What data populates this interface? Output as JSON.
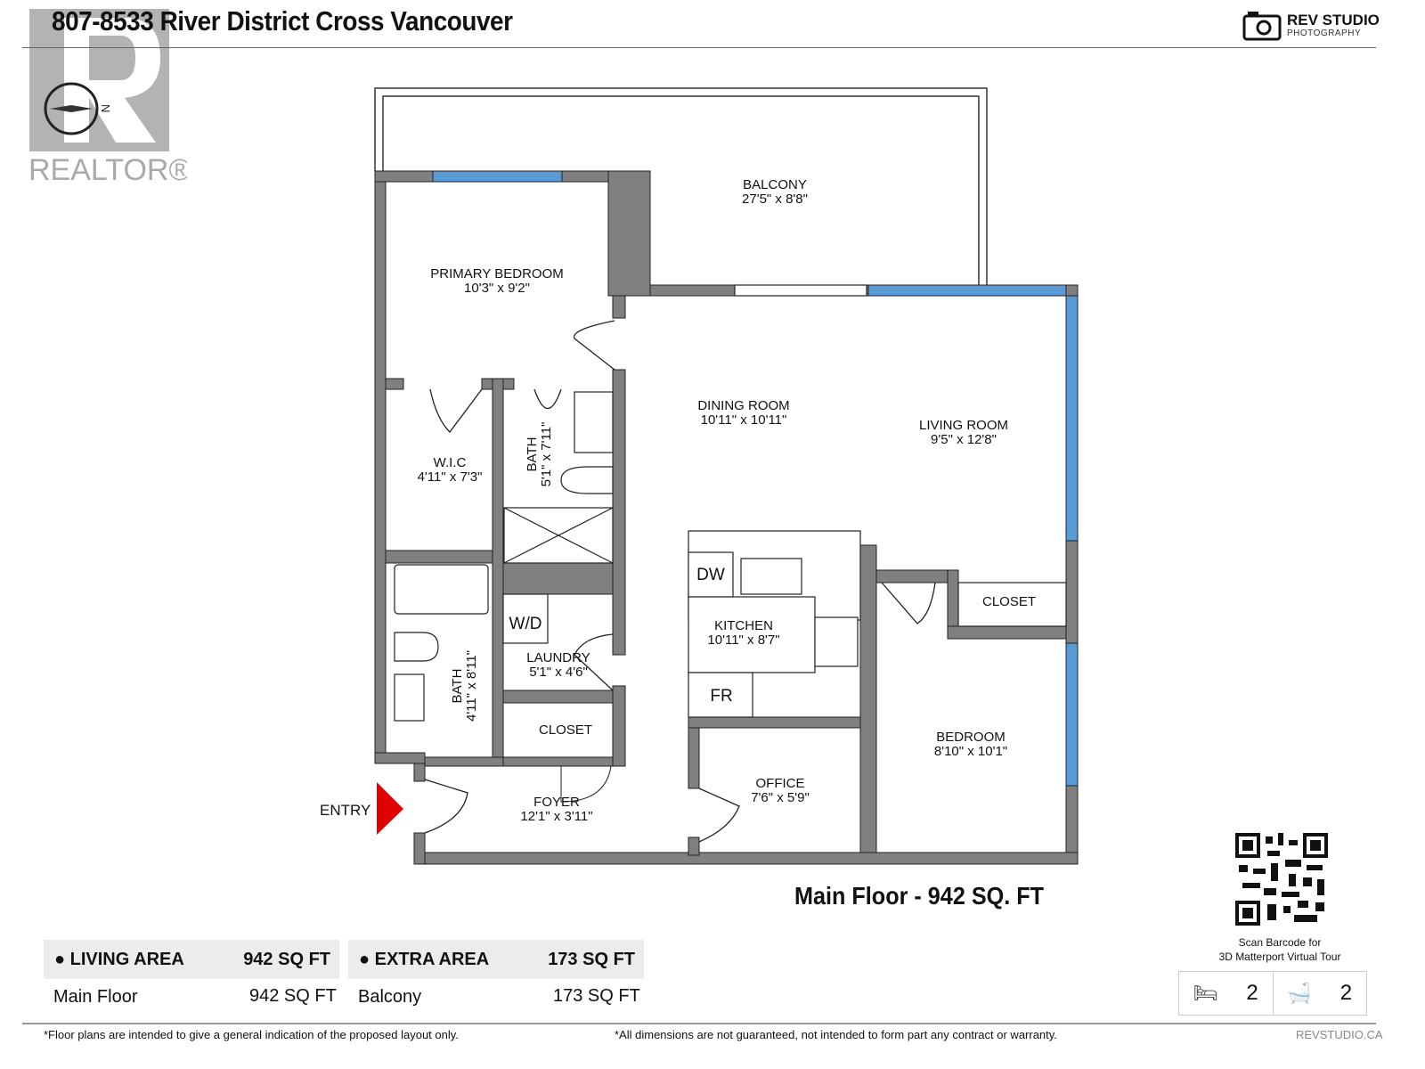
{
  "title": "807-8533 River District Cross Vancouver",
  "brand": {
    "name": "REV STUDIO",
    "sub": "PHOTOGRAPHY",
    "realtor": "REALTOR®"
  },
  "compass": {
    "label": "N"
  },
  "rooms": {
    "balcony": {
      "name": "BALCONY",
      "dim": "27'5\" x 8'8\""
    },
    "primary": {
      "name": "PRIMARY BEDROOM",
      "dim": "10'3\" x 9'2\""
    },
    "wic": {
      "name": "W.I.C",
      "dim": "4'11\" x 7'3\""
    },
    "bath1": {
      "name": "BATH",
      "dim": "5'1\" x 7'11\""
    },
    "bath2": {
      "name": "BATH",
      "dim": "4'11\" x 8'11\""
    },
    "dining": {
      "name": "DINING ROOM",
      "dim": "10'11\" x 10'11\""
    },
    "living": {
      "name": "LIVING ROOM",
      "dim": "9'5\" x 12'8\""
    },
    "kitchen": {
      "name": "KITCHEN",
      "dim": "10'11\" x 8'7\""
    },
    "laundry": {
      "name": "LAUNDRY",
      "dim": "5'1\" x 4'6\""
    },
    "closet1": {
      "name": "CLOSET"
    },
    "closet2": {
      "name": "CLOSET"
    },
    "foyer": {
      "name": "FOYER",
      "dim": "12'1\" x 3'11\""
    },
    "office": {
      "name": "OFFICE",
      "dim": "7'6\" x 5'9\""
    },
    "bedroom": {
      "name": "BEDROOM",
      "dim": "8'10\" x 10'1\""
    }
  },
  "appliances": {
    "dw": "DW",
    "wd": "W/D",
    "fr": "FR"
  },
  "entry": "ENTRY",
  "floor_total": "Main Floor - 942 SQ. FT",
  "areas": [
    {
      "header": "LIVING AREA",
      "total": "942 SQ FT",
      "row_label": "Main Floor",
      "row_value": "942 SQ FT"
    },
    {
      "header": "EXTRA AREA",
      "total": "173 SQ FT",
      "row_label": "Balcony",
      "row_value": "173 SQ FT"
    }
  ],
  "qr": {
    "caption1": "Scan Barcode for",
    "caption2": "3D Matterport Virtual Tour"
  },
  "stats": {
    "beds": "2",
    "baths": "2"
  },
  "footer": {
    "left": "*Floor plans are intended to give a general indication of the proposed layout only.",
    "center": "*All dimensions are not guaranteed, not intended to form part any contract or warranty.",
    "right": "REVSTUDIO.CA"
  },
  "colors": {
    "wall": "#808080",
    "window": "#5b9bd5",
    "entry_arrow": "#e00000"
  }
}
